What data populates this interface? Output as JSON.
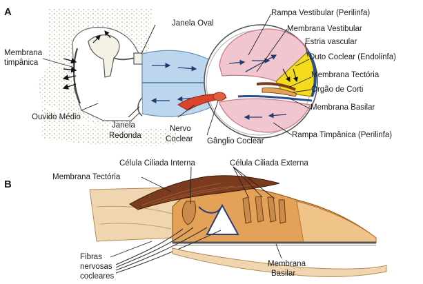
{
  "panel_a": {
    "letter": "A",
    "labels": {
      "membrana_timpanica": [
        "Membrana",
        "timpânica"
      ],
      "ouvido_medio": "Ouvido Médio",
      "janela_redonda": [
        "Janela",
        "Redonda"
      ],
      "janela_oval": "Janela Oval",
      "nervo_coclear": [
        "Nervo",
        "Coclear"
      ],
      "ganglio_coclear": "Gânglio Coclear",
      "rampa_vestibular": "Rampa Vestibular (Perilinfa)",
      "membrana_vestibular": "Membrana Vestibular",
      "estria_vascular": "Estria vascular",
      "duto_coclear": "Duto Coclear (Endolinfa)",
      "membrana_tectoria": "Membrana Tectória",
      "orgao_de_corti": "Órgão de Corti",
      "membrana_basilar": "Membrana Basilar",
      "rampa_timpanica": "Rampa Timpânica (Perilinfa)"
    }
  },
  "panel_b": {
    "letter": "B",
    "labels": {
      "celula_ciliada_interna": "Célula Ciliada Interna",
      "celula_ciliada_externa": "Célula Ciliada Externa",
      "membrana_tectoria": "Membrana Tectória",
      "fibras_nervosas": [
        "Fibras",
        "nervosas",
        "cocleares"
      ],
      "membrana_basilar": [
        "Membrana",
        "Basilar"
      ]
    }
  },
  "colors": {
    "perilymph_blue": "#bcd6ee",
    "cochlea_pink": "#f2c6cf",
    "endolymph_yellow": "#f4dc1c",
    "ganglion_red": "#d8452a",
    "tectorial_brown": "#7a3b1e",
    "organ_orange": "#e3a257",
    "bone_dots": "#b8ad86",
    "stria_blue": "#2a4f8f"
  }
}
